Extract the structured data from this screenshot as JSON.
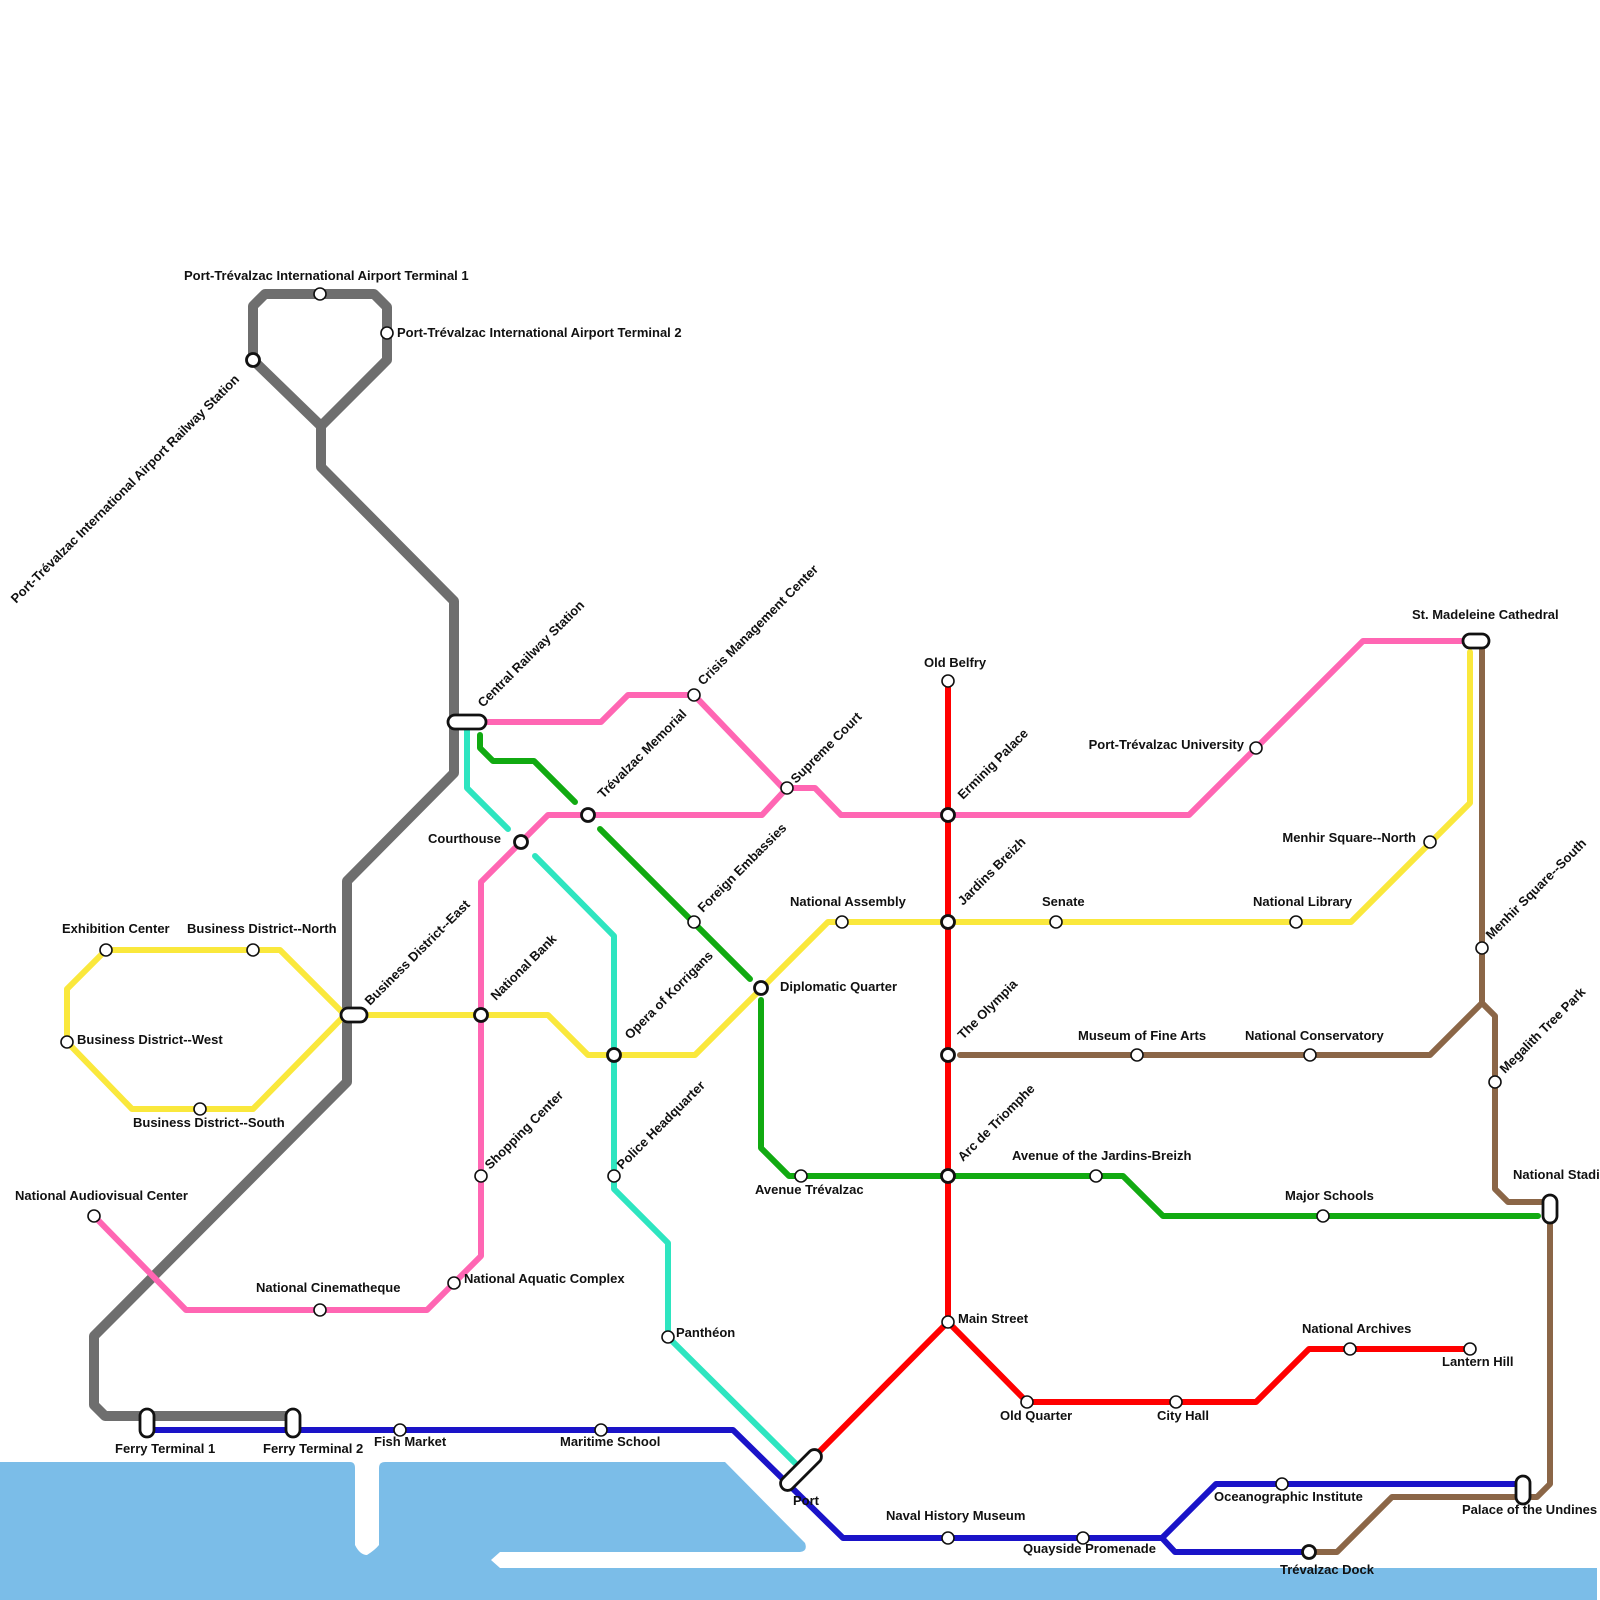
{
  "colors": {
    "water": "#7bbde8",
    "airport_line": "#6e6e6e",
    "pink_line": "#ff66b3",
    "red_line": "#ff0000",
    "yellow_line": "#fae83c",
    "green_line": "#11aa11",
    "cyan_line": "#2ee5c0",
    "brown_line": "#8b6647",
    "blue_line": "#1a13c8"
  },
  "stations": {
    "airport_t1": "Port-Trévalzac International Airport Terminal 1",
    "airport_t2": "Port-Trévalzac International Airport Terminal 2",
    "airport_railway": "Port-Trévalzac International Airport Railway Station",
    "central_railway": "Central Railway Station",
    "crisis_management": "Crisis Management Center",
    "trevalzac_memorial": "Trévalzac Memorial",
    "courthouse": "Courthouse",
    "supreme_court": "Supreme Court",
    "old_belfry": "Old Belfry",
    "erminig_palace": "Erminig Palace",
    "st_madeleine": "St. Madeleine Cathedral",
    "university": "Port-Trévalzac University",
    "menhir_north": "Menhir Square--North",
    "menhir_south": "Menhir Square--South",
    "foreign_embassies": "Foreign Embassies",
    "jardins_breizh": "Jardins Breizh",
    "national_assembly": "National Assembly",
    "senate": "Senate",
    "national_library": "National Library",
    "exhibition_center": "Exhibition Center",
    "bd_north": "Business District--North",
    "bd_east": "Business District--East",
    "bd_west": "Business District--West",
    "bd_south": "Business District--South",
    "national_bank": "National Bank",
    "diplomatic_quarter": "Diplomatic Quarter",
    "opera_korrigans": "Opera of Korrigans",
    "the_olympia": "The Olympia",
    "fine_arts": "Museum of Fine Arts",
    "conservatory": "National Conservatory",
    "megalith": "Megalith Tree Park",
    "shopping_center": "Shopping Center",
    "police_hq": "Police Headquarter",
    "arc_triomphe": "Arc de Triomphe",
    "avenue_jardins": "Avenue of the Jardins-Breizh",
    "avenue_trevalzac": "Avenue Trévalzac",
    "major_schools": "Major Schools",
    "national_stadium": "National Stadi",
    "audiovisual": "National Audiovisual Center",
    "cinematheque": "National Cinematheque",
    "aquatic_complex": "National Aquatic Complex",
    "pantheon": "Panthéon",
    "main_street": "Main Street",
    "national_archives": "National Archives",
    "lantern_hill": "Lantern Hill",
    "old_quarter": "Old Quarter",
    "city_hall": "City Hall",
    "ferry_t1": "Ferry Terminal 1",
    "ferry_t2": "Ferry Terminal 2",
    "fish_market": "Fish Market",
    "maritime_school": "Maritime School",
    "port": "Port",
    "naval_museum": "Naval History Museum",
    "quayside": "Quayside Promenade",
    "oceanographic": "Oceanographic Institute",
    "palace_undines": "Palace of the Undines",
    "trevalzac_dock": "Trévalzac Dock"
  }
}
